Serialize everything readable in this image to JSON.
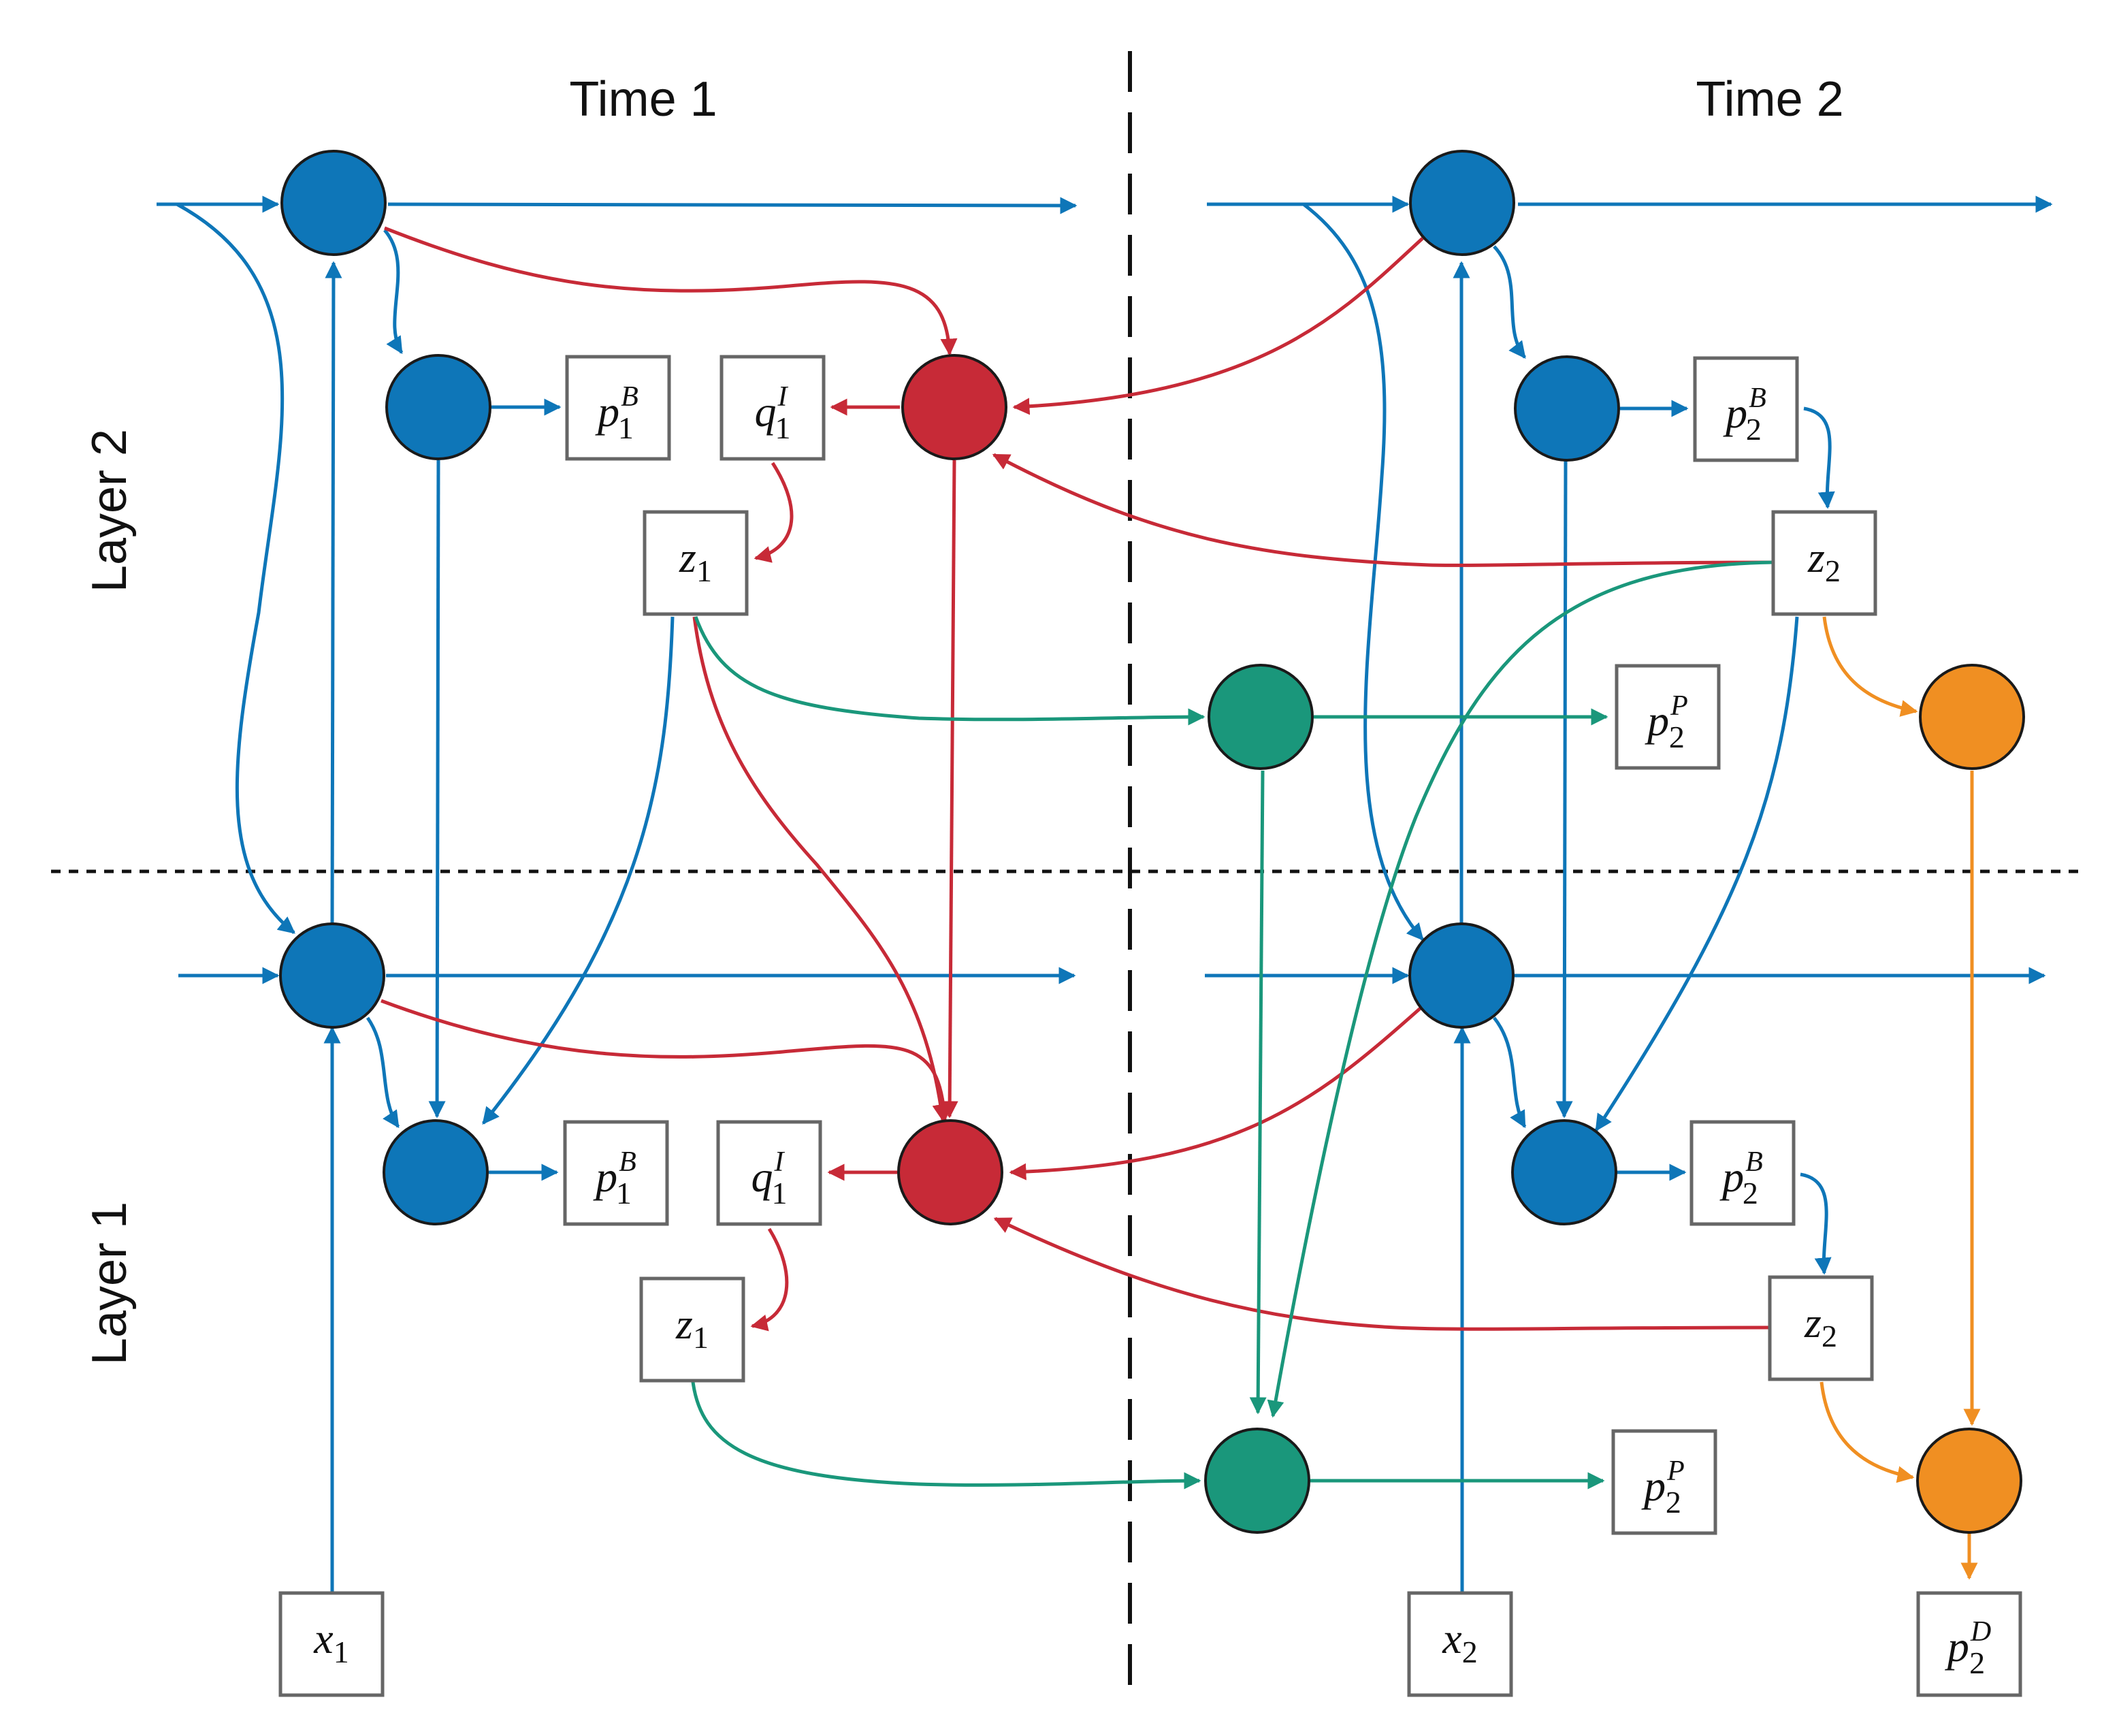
{
  "labels": {
    "time1": "Time 1",
    "time2": "Time 2",
    "layer2": "Layer 2",
    "layer1": "Layer 1"
  },
  "colors": {
    "blue": "#0e76b8",
    "red": "#c72a37",
    "green": "#1a977b",
    "orange": "#f08f22"
  },
  "boxes": {
    "pB1": {
      "base": "p",
      "sub": "1",
      "sup": "B"
    },
    "qI1": {
      "base": "q",
      "sub": "1",
      "sup": "I"
    },
    "z1": {
      "base": "z",
      "sub": "1",
      "sup": ""
    },
    "pB2": {
      "base": "p",
      "sub": "2",
      "sup": "B"
    },
    "z2": {
      "base": "z",
      "sub": "2",
      "sup": ""
    },
    "pP2": {
      "base": "p",
      "sub": "2",
      "sup": "P"
    },
    "x1": {
      "base": "x",
      "sub": "1",
      "sup": ""
    },
    "x2": {
      "base": "x",
      "sub": "2",
      "sup": ""
    },
    "pD2": {
      "base": "p",
      "sub": "2",
      "sup": "D"
    }
  }
}
